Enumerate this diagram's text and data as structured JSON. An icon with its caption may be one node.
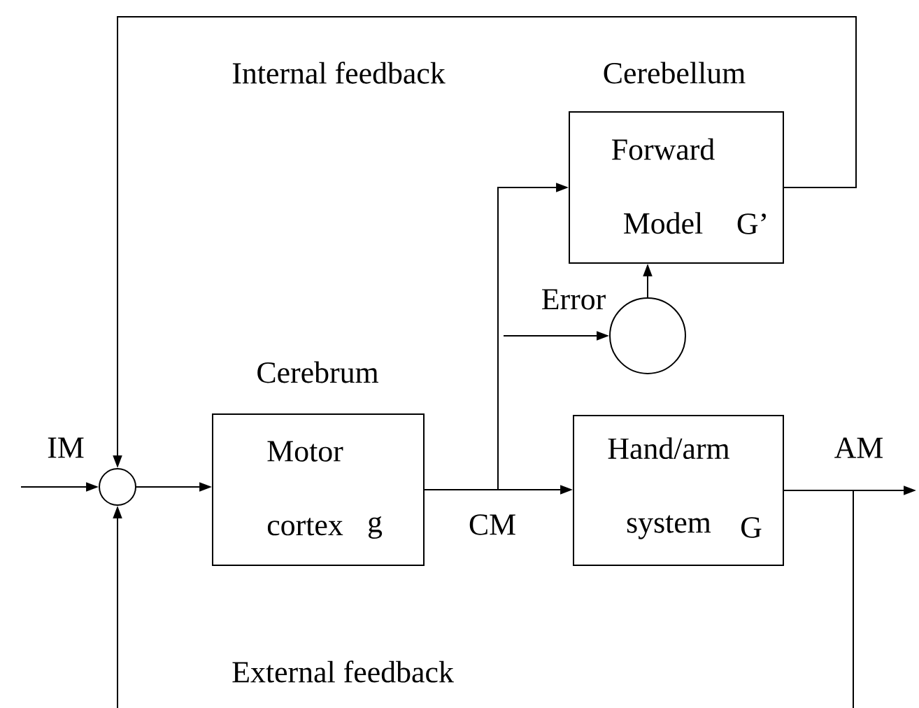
{
  "diagram": {
    "nodes": [
      {
        "text": [],
        "shape": "circle"
      },
      {
        "text": [
          "Motor cortex",
          "g"
        ],
        "beside": [
          "Cerebrum"
        ]
      },
      {
        "text": [
          "Hand/arm system",
          "G"
        ]
      },
      {
        "text": [
          "Forward Model",
          "G’"
        ],
        "beside": [
          "Cerebellum"
        ]
      },
      {
        "text": [],
        "shape": "circle"
      }
    ],
    "edges": [
      {
        "from": null,
        "to": 0,
        "arrow": "to",
        "label": "IM"
      },
      {
        "from": 0,
        "to": 1,
        "arrow": "to"
      },
      {
        "from": 1,
        "to": 2,
        "arrow": "to",
        "label": "CM"
      },
      {
        "from": 1,
        "to": 3,
        "arrow": "to"
      },
      {
        "from": 3,
        "to": 0,
        "arrow": "to",
        "label": "Internal feedback"
      },
      {
        "from": 2,
        "to": null,
        "arrow": "to",
        "label": "AM"
      },
      {
        "from": 2,
        "to": 0,
        "arrow": "to",
        "label": "External feedback"
      },
      {
        "from": null,
        "to": 4,
        "arrow": "to",
        "label": "Error"
      },
      {
        "from": 4,
        "to": 3,
        "arrow": "to"
      }
    ]
  }
}
